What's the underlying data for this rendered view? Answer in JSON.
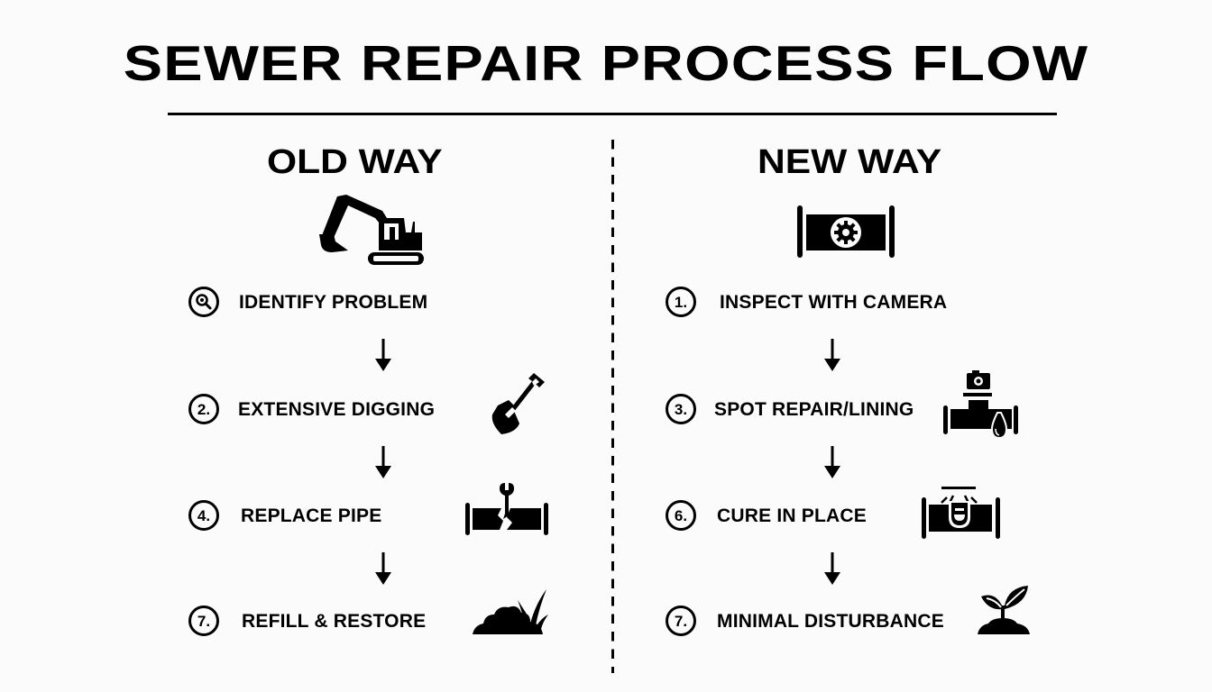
{
  "title": "SEWER REPAIR PROCESS FLOW",
  "colors": {
    "background": "#fbfbfb",
    "ink": "#000000"
  },
  "old_way": {
    "heading": "OLD WAY",
    "hero_icon": "excavator-icon",
    "steps": [
      {
        "badge": "",
        "badge_icon": "magnifier-icon",
        "label": "IDENTIFY PROBLEM",
        "icon": ""
      },
      {
        "badge": "2.",
        "label": "EXTENSIVE DIGGING",
        "icon": "shovel-icon"
      },
      {
        "badge": "4.",
        "label": "REPLACE PIPE",
        "icon": "broken-pipe-wrench-icon"
      },
      {
        "badge": "7.",
        "label": "REFILL & RESTORE",
        "icon": "soil-grass-icon"
      }
    ]
  },
  "new_way": {
    "heading": "NEW WAY",
    "hero_icon": "pipe-gear-icon",
    "steps": [
      {
        "badge": "1.",
        "label": "INSPECT WITH CAMERA",
        "icon": ""
      },
      {
        "badge": "3.",
        "label": "SPOT REPAIR/LINING",
        "icon": "pipe-camera-drop-icon"
      },
      {
        "badge": "6.",
        "label": "CURE IN PLACE",
        "icon": "pipe-uv-lamp-icon"
      },
      {
        "badge": "7.",
        "label": "MINIMAL DISTURBANCE",
        "icon": "sprout-icon"
      }
    ]
  }
}
